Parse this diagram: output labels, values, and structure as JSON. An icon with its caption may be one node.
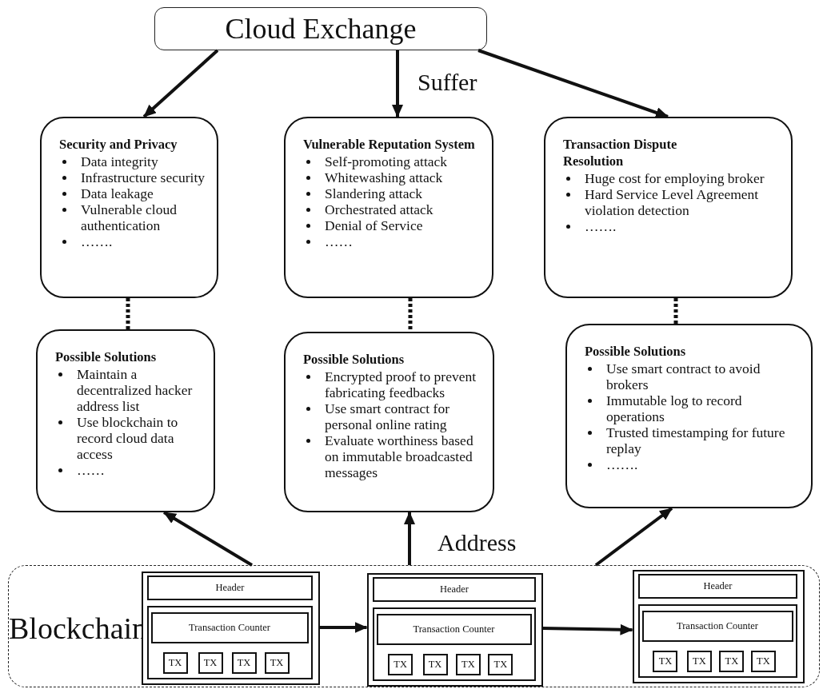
{
  "diagram": {
    "nodes": [
      {
        "text": [
          "Cloud Exchange"
        ]
      },
      {
        "text": [
          "Security and Privacy",
          "Data integrity",
          "Infrastructure security",
          "Data leakage",
          "Vulnerable cloud authentication",
          "……."
        ]
      },
      {
        "text": [
          "Vulnerable Reputation System",
          "Self-promoting attack",
          "Whitewashing attack",
          "Slandering attack",
          "Orchestrated attack",
          "Denial of Service",
          "……"
        ]
      },
      {
        "text": [
          "Transaction Dispute Resolution",
          "Huge cost for employing broker",
          "Hard Service Level Agreement violation detection",
          "……."
        ]
      },
      {
        "text": [
          "Possible Solutions",
          "Maintain a decentralized hacker address list",
          "Use blockchain to record cloud data access",
          "……"
        ]
      },
      {
        "text": [
          "Possible Solutions",
          "Encrypted proof to prevent fabricating feedbacks",
          "Use smart contract for personal online rating",
          "Evaluate worthiness based on immutable broadcasted messages"
        ]
      },
      {
        "text": [
          "Possible Solutions",
          "Use smart contract to avoid brokers",
          "Immutable log to record operations",
          "Trusted timestamping for future replay",
          "……."
        ]
      },
      {
        "text": [
          "Blockchain"
        ]
      },
      {
        "text": [],
        "shape": "box",
        "in": 7
      },
      {
        "text": [
          "Header"
        ],
        "in": 8
      },
      {
        "text": [],
        "shape": "box",
        "in": 8
      },
      {
        "text": [
          "Transaction Counter"
        ],
        "in": 10
      },
      {
        "text": [
          "TX"
        ],
        "in": 10
      },
      {
        "text": [
          "TX"
        ],
        "in": 10
      },
      {
        "text": [
          "TX"
        ],
        "in": 10
      },
      {
        "text": [
          "TX"
        ],
        "in": 10
      },
      {
        "text": [],
        "shape": "box",
        "in": 7
      },
      {
        "text": [
          "Header"
        ],
        "in": 16
      },
      {
        "text": [],
        "shape": "box",
        "in": 16
      },
      {
        "text": [
          "Transaction Counter"
        ],
        "in": 18
      },
      {
        "text": [
          "TX"
        ],
        "in": 18
      },
      {
        "text": [
          "TX"
        ],
        "in": 18
      },
      {
        "text": [
          "TX"
        ],
        "in": 18
      },
      {
        "text": [
          "TX"
        ],
        "in": 18
      },
      {
        "text": [],
        "shape": "box",
        "in": 7
      },
      {
        "text": [
          "Header"
        ],
        "in": 24
      },
      {
        "text": [],
        "shape": "box",
        "in": 24
      },
      {
        "text": [
          "Transaction Counter"
        ],
        "in": 26
      },
      {
        "text": [
          "TX"
        ],
        "in": 26
      },
      {
        "text": [
          "TX"
        ],
        "in": 26
      },
      {
        "text": [
          "TX"
        ],
        "in": 26
      },
      {
        "text": [
          "TX"
        ],
        "in": 26
      }
    ],
    "edges": [
      {
        "from": 0,
        "to": 1,
        "arrow": "to"
      },
      {
        "from": 0,
        "to": 2,
        "arrow": "to",
        "label": "Suffer"
      },
      {
        "from": 0,
        "to": 3,
        "arrow": "to"
      },
      {
        "from": 1,
        "to": 4,
        "arrow": "none",
        "style": "dashed"
      },
      {
        "from": 2,
        "to": 5,
        "arrow": "none",
        "style": "dashed"
      },
      {
        "from": 3,
        "to": 6,
        "arrow": "none",
        "style": "dashed"
      },
      {
        "from": 7,
        "to": 4,
        "arrow": "to"
      },
      {
        "from": 7,
        "to": 5,
        "arrow": "to",
        "label": "Address"
      },
      {
        "from": 7,
        "to": 6,
        "arrow": "to"
      },
      {
        "from": 8,
        "to": 16,
        "arrow": "to"
      },
      {
        "from": 16,
        "to": 24,
        "arrow": "to"
      }
    ]
  }
}
